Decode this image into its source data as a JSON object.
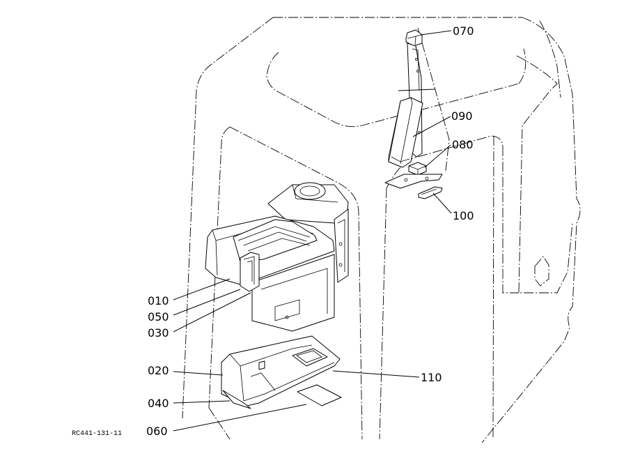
{
  "diagram": {
    "reference_code": "RC441-131-11",
    "parts": [
      {
        "id": "070",
        "label": "070"
      },
      {
        "id": "090",
        "label": "090"
      },
      {
        "id": "080",
        "label": "080"
      },
      {
        "id": "100",
        "label": "100"
      },
      {
        "id": "010",
        "label": "010"
      },
      {
        "id": "050",
        "label": "050"
      },
      {
        "id": "030",
        "label": "030"
      },
      {
        "id": "020",
        "label": "020"
      },
      {
        "id": "110",
        "label": "110"
      },
      {
        "id": "040",
        "label": "040"
      },
      {
        "id": "060",
        "label": "060"
      }
    ]
  }
}
